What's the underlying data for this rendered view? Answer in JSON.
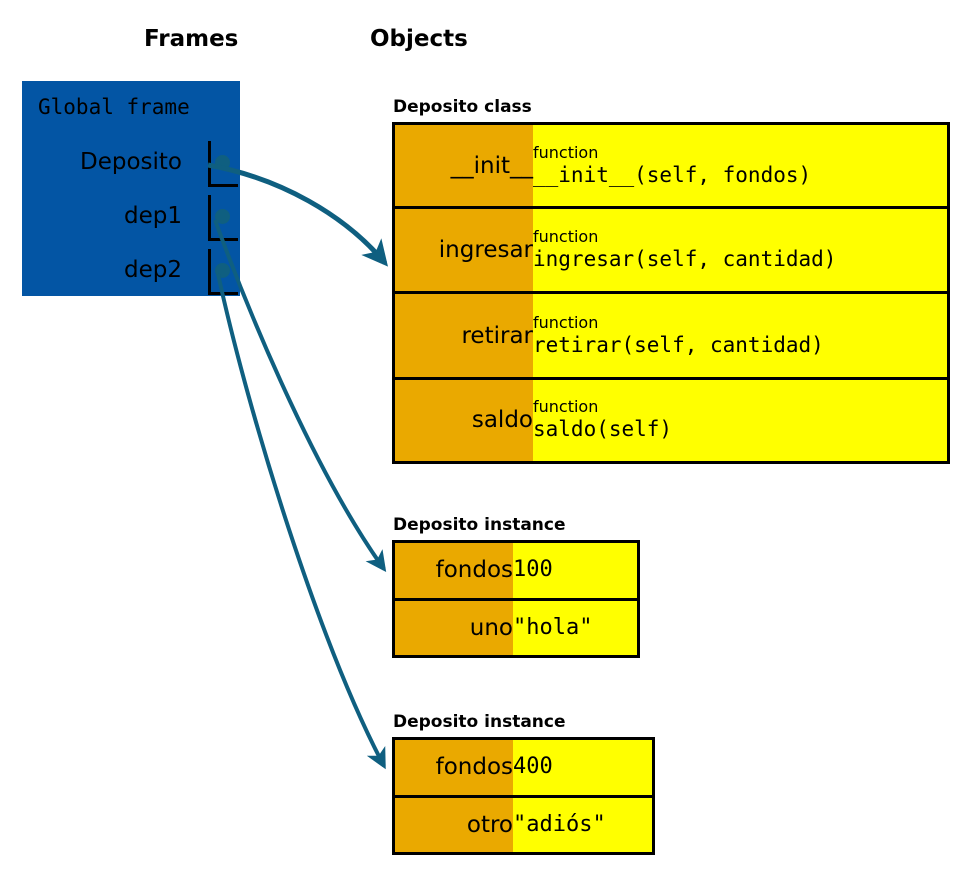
{
  "headings": {
    "frames": "Frames",
    "objects": "Objects"
  },
  "colors": {
    "frame_fill": "#0355a4",
    "key_cell": "#eaa900",
    "value_cell": "#ffff00",
    "pointer": "#0f5f80",
    "border": "#000000",
    "text": "#000000"
  },
  "frames": {
    "global": {
      "title": "Global frame",
      "variables": [
        {
          "name": "Deposito"
        },
        {
          "name": "dep1"
        },
        {
          "name": "dep2"
        }
      ]
    }
  },
  "objects": [
    {
      "caption": "Deposito class",
      "kind": "class",
      "rows": [
        {
          "key": "__init__",
          "value_kind": "function",
          "value_sig": "__init__(self, fondos)"
        },
        {
          "key": "ingresar",
          "value_kind": "function",
          "value_sig": "ingresar(self, cantidad)"
        },
        {
          "key": "retirar",
          "value_kind": "function",
          "value_sig": "retirar(self, cantidad)"
        },
        {
          "key": "saldo",
          "value_kind": "function",
          "value_sig": "saldo(self)"
        }
      ]
    },
    {
      "caption": "Deposito instance",
      "kind": "instance",
      "rows": [
        {
          "key": "fondos",
          "value": "100"
        },
        {
          "key": "uno",
          "value": "\"hola\""
        }
      ]
    },
    {
      "caption": "Deposito instance",
      "kind": "instance",
      "rows": [
        {
          "key": "fondos",
          "value": "400"
        },
        {
          "key": "otro",
          "value": "\"adiós\""
        }
      ]
    }
  ],
  "pointers": [
    {
      "from": "Deposito",
      "to": "Deposito class"
    },
    {
      "from": "dep1",
      "to": "Deposito instance 1"
    },
    {
      "from": "dep2",
      "to": "Deposito instance 2"
    }
  ]
}
